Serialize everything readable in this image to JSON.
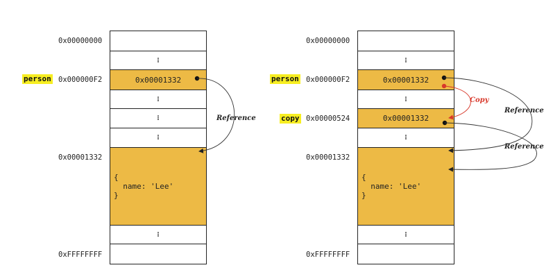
{
  "left": {
    "addresses": {
      "top": "0x00000000",
      "person": "0x000000F2",
      "object": "0x00001332",
      "bottom": "0xFFFFFFFF"
    },
    "variable": "person",
    "person_value": "0x00001332",
    "ellipsis": "⁝",
    "object_lines": [
      "{",
      "  name: 'Lee'",
      "}"
    ],
    "reference_label": "Reference"
  },
  "right": {
    "addresses": {
      "top": "0x00000000",
      "person": "0x000000F2",
      "copy": "0x00000524",
      "object": "0x00001332",
      "bottom": "0xFFFFFFFF"
    },
    "variables": {
      "person": "person",
      "copy": "copy"
    },
    "person_value": "0x00001332",
    "copy_value": "0x00001332",
    "ellipsis": "⁝",
    "object_lines": [
      "{",
      "  name: 'Lee'",
      "}"
    ],
    "copy_label": "Copy",
    "reference_label_1": "Reference",
    "reference_label_2": "Reference"
  },
  "colors": {
    "fill": "#edba45",
    "highlight": "#f7ee22",
    "copy_arrow": "#d8382a",
    "line": "#222222"
  }
}
